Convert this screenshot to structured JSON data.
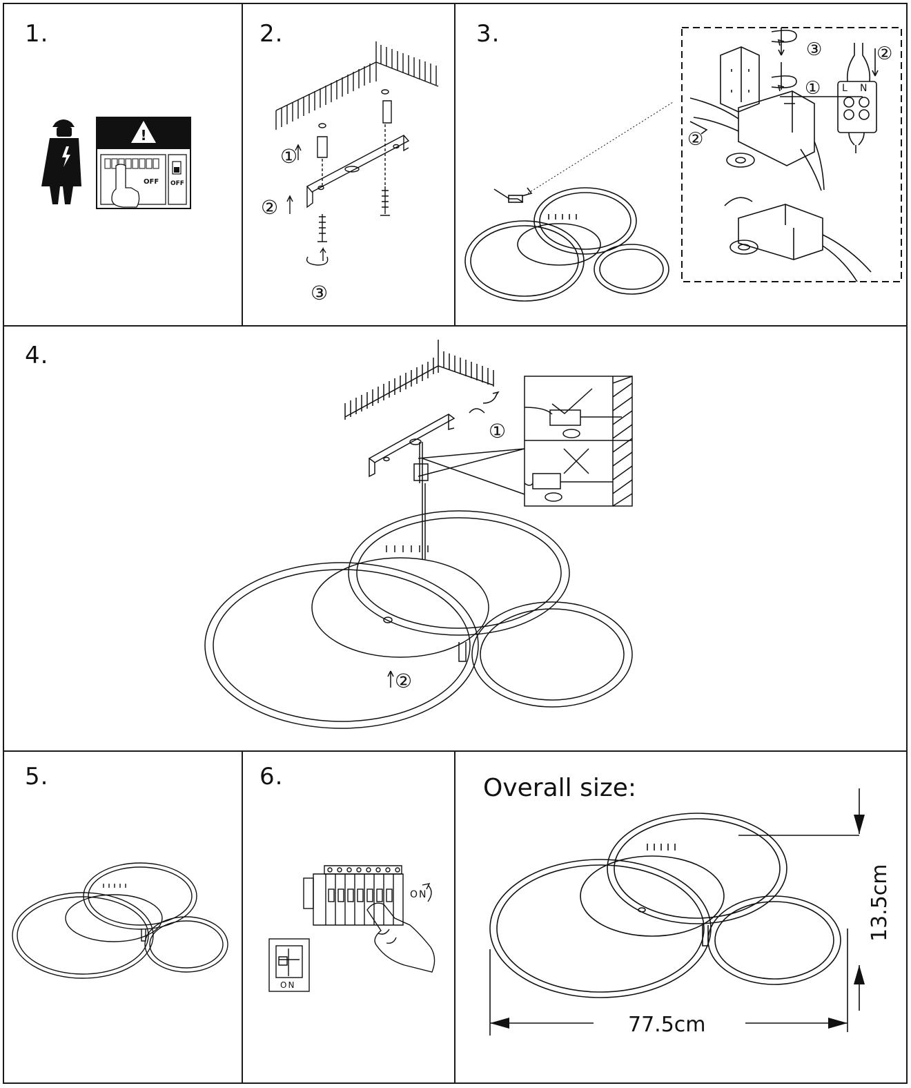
{
  "steps": {
    "s1": "1.",
    "s2": "2.",
    "s3": "3.",
    "s4": "4.",
    "s5": "5.",
    "s6": "6."
  },
  "step1": {
    "switch_off_1": "OFF",
    "switch_off_2": "OFF"
  },
  "step2": {
    "markers": [
      "①",
      "②",
      "③"
    ]
  },
  "step3": {
    "markers": [
      "③",
      "②",
      "①",
      "②"
    ],
    "terminal_l": "L",
    "terminal_n": "N"
  },
  "step4": {
    "markers": [
      "①",
      "②"
    ]
  },
  "step6": {
    "breaker_on": "ON",
    "switch_on": "ON"
  },
  "overall": {
    "title": "Overall size:",
    "height": "13.5cm",
    "width": "77.5cm"
  }
}
